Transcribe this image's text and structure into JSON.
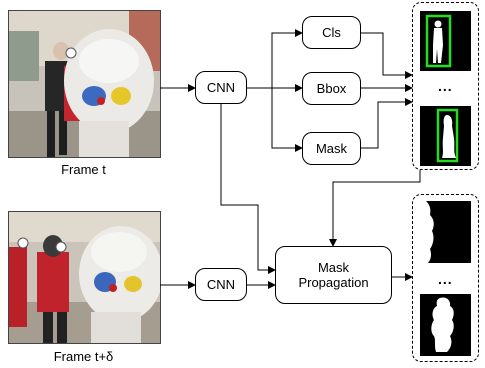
{
  "images": {
    "frame_t_label": "Frame t",
    "frame_t_delta_label": "Frame t+δ"
  },
  "modules": {
    "cnn_top": "CNN",
    "cnn_bottom": "CNN",
    "cls": "Cls",
    "bbox": "Bbox",
    "mask": "Mask",
    "mask_propagation_line1": "Mask",
    "mask_propagation_line2": "Propagation"
  },
  "outputs": {
    "top_ellipsis": "...",
    "bottom_ellipsis": "..."
  },
  "colors": {
    "bbox_highlight": "#22dd22",
    "arrow": "#000000"
  }
}
